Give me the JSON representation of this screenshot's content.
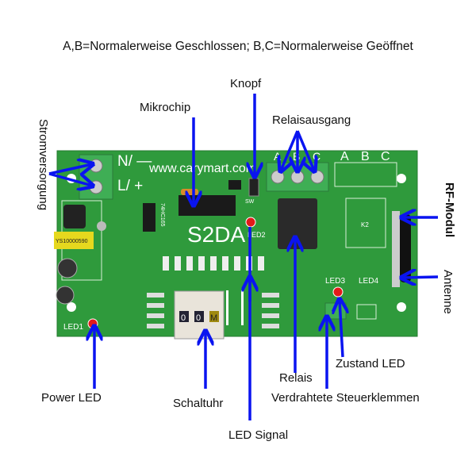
{
  "title": "A,B=Normalerweise Geschlossen; B,C=Normalerweise Geöffnet",
  "labels": {
    "knopf": "Knopf",
    "mikrochip": "Mikrochip",
    "relaisausgang": "Relaisausgang",
    "stromversorgung": "Stromversorgung",
    "rf_modul": "RF-Modul",
    "antenne": "Antenne",
    "relais": "Relais",
    "zustand_led": "Zustand LED",
    "power_led": "Power LED",
    "schaltuhr": "Schaltuhr",
    "steuerklemmen": "Verdrahtete Steuerklemmen",
    "led_signal": "LED Signal"
  },
  "board": {
    "url": "www.carymart.com",
    "model": "S2DA",
    "power_n": "N/ —",
    "power_l": "L/ +",
    "relay_abc": [
      "A",
      "B",
      "C"
    ],
    "k2": "K2",
    "led1": "LED1",
    "led2": "LED2",
    "led3": "LED3",
    "led4": "LED4",
    "chip_label": "74HC165",
    "transformer": "YS10000590",
    "dip": [
      "0",
      "0",
      "M"
    ],
    "sw": "SW"
  },
  "colors": {
    "board": "#2f9a3c",
    "arrow": "#0a14f0",
    "terminal": "#3fae55"
  }
}
